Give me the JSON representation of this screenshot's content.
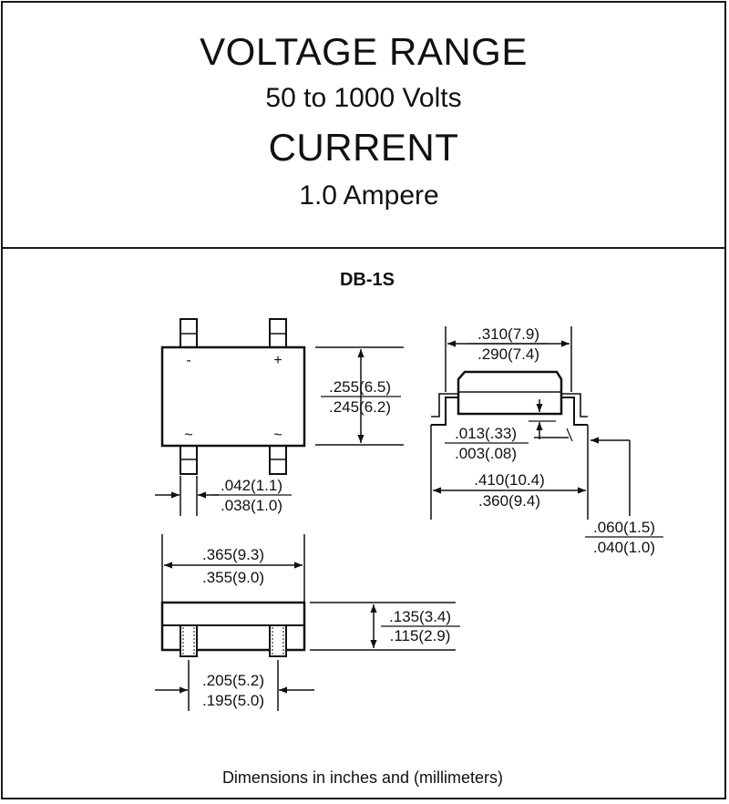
{
  "header": {
    "voltage_title": "VOLTAGE RANGE",
    "voltage_value": "50 to 1000 Volts",
    "current_title": "CURRENT",
    "current_value": "1.0 Ampere"
  },
  "package": {
    "name": "DB-1S",
    "pin_labels": {
      "minus": "-",
      "plus": "+",
      "ac1": "~",
      "ac2": "~"
    },
    "dims": {
      "body_height_max": ".255(6.5)",
      "body_height_min": ".245(6.2)",
      "lead_width_max": ".042(1.1)",
      "lead_width_min": ".038(1.0)",
      "body_width_max": ".310(7.9)",
      "body_width_min": ".290(7.4)",
      "lead_thick_max": ".013(.33)",
      "lead_thick_min": ".003(.08)",
      "overall_width_max": ".410(10.4)",
      "overall_width_min": ".360(9.4)",
      "standoff_max": ".060(1.5)",
      "standoff_min": ".040(1.0)",
      "length_max": ".365(9.3)",
      "length_min": ".355(9.0)",
      "thickness_max": ".135(3.4)",
      "thickness_min": ".115(2.9)",
      "pitch_max": ".205(5.2)",
      "pitch_min": ".195(5.0)"
    },
    "footnote": "Dimensions in inches and (millimeters)"
  }
}
